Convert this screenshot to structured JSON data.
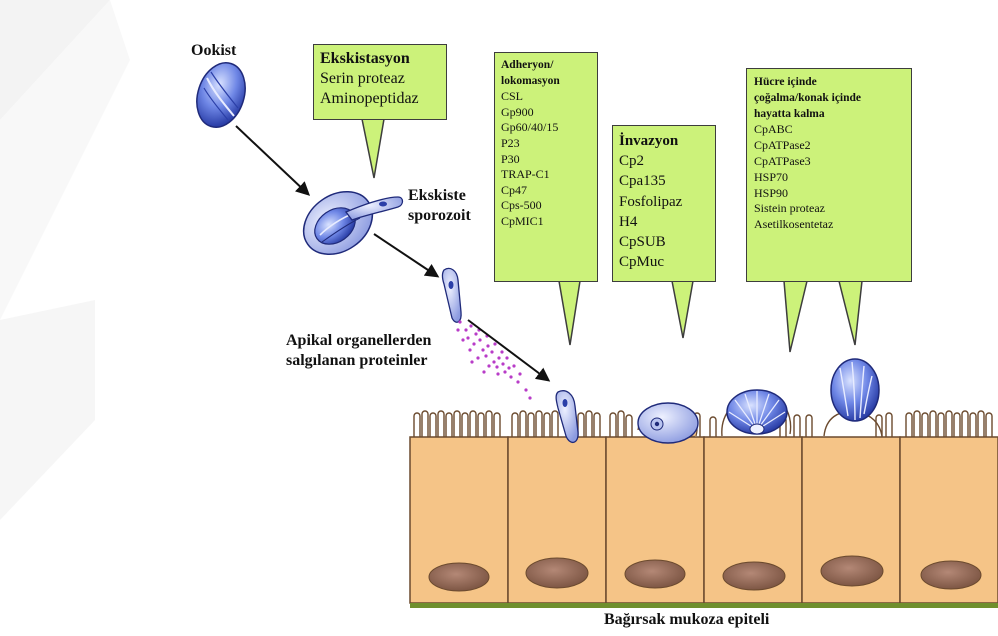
{
  "labels": {
    "ookist": "Ookist",
    "ekskiste_sporozoit": [
      "Ekskiste",
      "sporozoit"
    ],
    "apikal": [
      "Apikal organellerden",
      "salgılanan proteinler"
    ],
    "bagirsak": "Bağırsak mukoza epiteli"
  },
  "callouts": {
    "ekskistasyon": {
      "title": "Ekskistasyon",
      "items": [
        "Serin proteaz",
        "Aminopeptidaz"
      ]
    },
    "adheryon": {
      "title": [
        "Adheryon/",
        "lokomasyon"
      ],
      "items": [
        "CSL",
        "Gp900",
        "Gp60/40/15",
        "P23",
        "P30",
        "TRAP-C1",
        "Cp47",
        "Cps-500",
        "CpMIC1"
      ]
    },
    "invazyon": {
      "title": "İnvazyon",
      "items": [
        "Cp2",
        "Cpa135",
        "Fosfolipaz",
        "H4",
        "CpSUB",
        "CpMuc"
      ]
    },
    "hucre": {
      "title": [
        "Hücre içinde",
        "çoğalma/konak içinde",
        "hayatta kalma"
      ],
      "items": [
        "CpABC",
        "CpATPase2",
        "CpATPase3",
        "HSP70",
        "HSP90",
        "Sistein proteaz",
        "Asetilkosentetaz"
      ]
    }
  },
  "colors": {
    "callout_fill": "#ccf27a",
    "cell_fill": "#f5c487",
    "nucleus": "#9b6f5c",
    "parasite_blue": "#5a73d8",
    "protein_dots": "#b83cc8",
    "basement": "#6f8f2d"
  }
}
